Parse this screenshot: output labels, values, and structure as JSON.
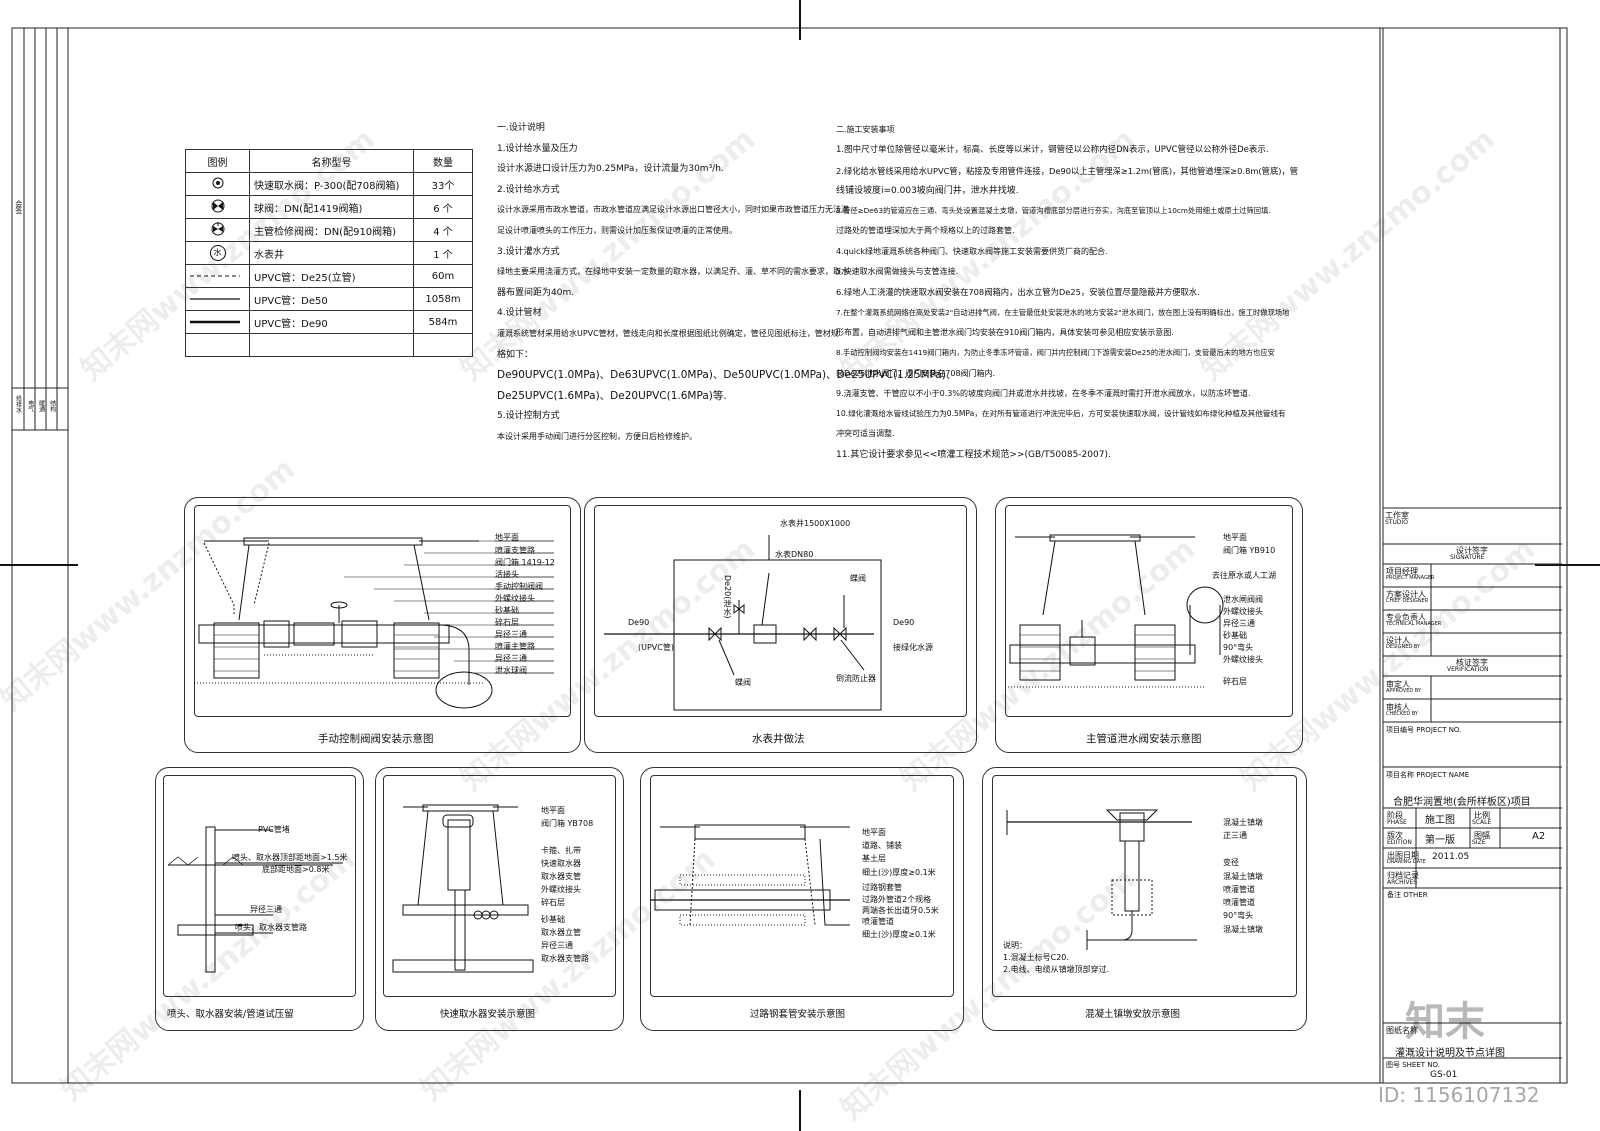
{
  "legend": {
    "headers": [
      "图例",
      "名称型号",
      "数量"
    ],
    "rows": [
      {
        "icon": "circle-dot-icon",
        "name": "快速取水阀：P-300(配708阀箱)",
        "qty": "33个"
      },
      {
        "icon": "ball-valve-icon",
        "name": "球阀：DN(配1419阀箱)",
        "qty": "6 个"
      },
      {
        "icon": "gate-valve-icon",
        "name": "主管检修阀阀：DN(配910阀箱)",
        "qty": "4 个"
      },
      {
        "icon": "water-meter-icon",
        "name": "水表井",
        "qty": "1 个"
      },
      {
        "icon": "dashed-line-icon",
        "name": "UPVC管：De25(立管)",
        "qty": "60m"
      },
      {
        "icon": "thin-line-icon",
        "name": "UPVC管：De50",
        "qty": "1058m"
      },
      {
        "icon": "thick-line-icon",
        "name": "UPVC管：De90",
        "qty": "584m"
      }
    ],
    "meter_symbol": "水"
  },
  "notes_left": [
    "一.设计说明",
    "1.设计给水量及压力",
    "设计水源进口设计压力为0.25MPa，设计流量为30m³/h.",
    "2.设计给水方式",
    "设计水源采用市政水管道，市政水管道应满足设计水源出口管径大小，同时如果市政管道压力无法满",
    "足设计喷灌喷头的工作压力，则需设计加压泵保证喷灌的正常使用。",
    "3.设计灌水方式",
    "绿地主要采用浇灌方式，在绿地中安装一定数量的取水器，以满足乔、灌、草不同的需水要求，取水",
    "器布置间距为40m.",
    "4.设计管材",
    "灌溉系统管材采用给水UPVC管材，管线走向和长度根据图纸比例确定，管径见图纸标注，管材规",
    "格如下：",
    "De90UPVC(1.0MPa)、De63UPVC(1.0MPa)、De50UPVC(1.0MPa)、De25UPVC(1.25MPa)、",
    "De25UPVC(1.6MPa)、De20UPVC(1.6MPa)等.",
    "5.设计控制方式",
    "本设计采用手动阀门进行分区控制，方便日后检修维护。"
  ],
  "notes_right": [
    "二.施工安装事项",
    "1.图中尺寸单位除管径以毫米计，标高、长度等以米计，钢管径以公称内径DN表示，UPVC管径以公称外径De表示.",
    "2.绿化给水管线采用给水UPVC管，粘接及专用管件连接，De90以上主管埋深≥1.2m(管底)，其他管道埋深≥0.8m(管底)，管",
    "线铺设坡度i=0.003坡向阀门井，泄水井找坡.",
    "3.管径≥De63的管道应在三通、弯头处设置混凝土支墩，管道沟槽底部分层进行夯实，沟底至管顶以上10cm处用细土或原土过筛回填.",
    "过路处的管道埋深加大于两个规格以上的过路套管.",
    "4.quick绿地灌溉系统各种阀门、快速取水阀等施工安装需要供货厂商的配合.",
    "5.快速取水阀需做接头与支管连接.",
    "6.绿地人工浇灌的快速取水阀安装在708阀箱内，出水立管为De25，安装位置尽量隐蔽并方便取水.",
    "7.在整个灌溉系统网络在高处安装2\"自动进排气阀，在主管最低处安装泄水的地方安装2\"泄水阀门，放在图上没有明确标出，施工时做现场地",
    "形布置，自动进排气阀和主管泄水阀门均安装在910阀门箱内，具体安装可参见相应安装示意图.",
    "8.手动控制阀均安装在1419阀门箱内，为防止冬季冻坏管道，阀门井内控制阀门下游需安装De25的泄水阀门，支管最后末的地方也应安",
    "装De25泄水阀门，阀门安装在708阀门箱内.",
    "9.浇灌支管、干管应以不小于0.3%的坡度向阀门井或泄水井找坡，在冬季不灌溉时需打开泄水阀放水，以防冻坏管道.",
    "10.绿化灌溉给水管线试验压力为0.5MPa，在对所有管道进行冲洗完毕后，方可安装快速取水阀，设计管线如布绿化种植及其他管线有",
    "冲突可适当调整.",
    "11.其它设计要求参见<<喷灌工程技术规范>>(GB/T50085-2007)."
  ],
  "panels": {
    "manual_valve": {
      "title": "手动控制阀阀安装示意图",
      "labels": [
        "地平面",
        "喷灌支管路",
        "阀门箱 1419-12",
        "活接头",
        "手动控制阀阀",
        "外螺纹接头",
        "砂基础",
        "碎石层",
        "异径三通",
        "喷灌主管路",
        "异径三通",
        "泄水球阀"
      ]
    },
    "water_meter": {
      "title": "水表井做法",
      "labels": [
        "水表井1500X1000",
        "水表DN80",
        "De20(泄水)",
        "蝶阀",
        "De90",
        "(UPVC管)",
        "De90",
        "接绿化水源",
        "蝶阀",
        "倒流防止器"
      ]
    },
    "main_drain": {
      "title": "主管道泄水阀安装示意图",
      "labels": [
        "地平面",
        "阀门箱 YB910",
        "去往原水或人工湖",
        "泄水闸阀阀",
        "外螺纹接头",
        "异径三通",
        "砂基础",
        "90°弯头",
        "外螺纹接头",
        "碎石层"
      ]
    },
    "sprinkler": {
      "title": "喷头、取水器安装/管道试压留",
      "labels": [
        "PVC管堵",
        "喷头、取水器顶部距地面>1.5米",
        "底部距地面>0.8米",
        "异径三通",
        "喷头、取水器支管路"
      ]
    },
    "quick_coupler": {
      "title": "快速取水器安装示意图",
      "labels": [
        "地平面",
        "阀门箱 YB708",
        "卡箍、扎带",
        "快速取水器",
        "取水器支管",
        "外螺纹接头",
        "碎石层",
        "砂基础",
        "取水器立管",
        "异径三通",
        "取水器支管路"
      ]
    },
    "road_crossing": {
      "title": "过路钢套管安装示意图",
      "labels": [
        "地平面",
        "道路、铺装",
        "基土层",
        "细土(沙)厚度≥0.1米",
        "过路钢套管",
        "过路外管道2个规格",
        "两端各长出道牙0.5米",
        "喷灌管道",
        "细土(沙)厚度≥0.1米"
      ]
    },
    "thrust_block": {
      "title": "混凝土镇墩安放示意图",
      "labels": [
        "混凝土镇墩",
        "正三通",
        "变径",
        "混凝土镇墩",
        "喷灌管道",
        "喷灌管道",
        "90°弯头",
        "混凝土镇墩"
      ],
      "notes": [
        "说明：",
        "1.混凝土标号C20.",
        "2.电线、电缆从镇墩顶部穿过."
      ]
    }
  },
  "title_block": {
    "studio_cn": "工作室",
    "studio_en": "STUDIO",
    "signature_cn": "设计签字",
    "signature_en": "SIGNATURE",
    "roles": [
      {
        "cn": "项目经理",
        "en": "PROJECT MANAGER"
      },
      {
        "cn": "方案设计人",
        "en": "CHIEF DESIGNER"
      },
      {
        "cn": "专业负责人",
        "en": "TECHNICAL MANAGER"
      },
      {
        "cn": "设计人",
        "en": "DESIGNED BY"
      }
    ],
    "verification_cn": "核证签字",
    "verification_en": "VERIFICATION",
    "verifiers": [
      {
        "cn": "审定人",
        "en": "APPROVED BY"
      },
      {
        "cn": "审核人",
        "en": "CHECKED BY"
      }
    ],
    "project_no_label": "项目编号 PROJECT NO.",
    "project_name_label": "项目名称 PROJECT NAME",
    "project_name": "合肥华润置地(会所样板区)项目",
    "phase_cn": "阶段",
    "phase_en": "PHASE",
    "phase_value": "施工图",
    "scale_cn": "比例",
    "scale_en": "SCALE",
    "edition_cn": "版次",
    "edition_en": "EDITION",
    "edition_value": "第一版",
    "size_cn": "图幅",
    "size_en": "SIZE",
    "size_value": "A2",
    "date_cn": "出图日期",
    "date_en": "DRAWING DATE",
    "date_value": "2011.05",
    "archives_cn": "归档记录",
    "archives_en": "ARCHIVES",
    "other_cn": "备注 OTHER",
    "drawing_name_label": "图纸名称",
    "drawing_name": "灌溉设计说明及节点详图",
    "sheet_no_label": "图号 SHEET NO.",
    "sheet_no": "GS-01"
  },
  "left_strip_labels": [
    "会签",
    "给排水",
    "电气",
    "暖通",
    "结构"
  ],
  "watermarks": [
    "知末网www.znzmo.com"
  ],
  "brand": "知末",
  "id_text": "ID: 1156107132"
}
